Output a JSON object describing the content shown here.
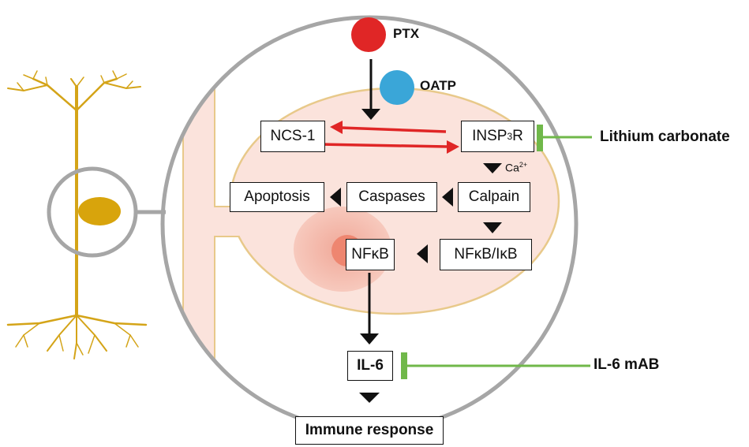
{
  "drugs": {
    "ptx": "PTX",
    "oatp": "OATP",
    "lithium": "Lithium carbonate",
    "il6_mab": "IL-6 mAB"
  },
  "nodes": {
    "ncs1": "NCS-1",
    "insp3r_a": "INSP",
    "insp3r_sub": "3",
    "insp3r_b": "R",
    "apoptosis": "Apoptosis",
    "caspases": "Caspases",
    "calpain": "Calpain",
    "nfkb": "NFκB",
    "nfkb_ikb": "NFκB/IκB",
    "il6": "IL-6",
    "immune": "Immune response"
  },
  "ion": {
    "base": "Ca",
    "charge": "2+"
  },
  "colors": {
    "ptx": "#e02626",
    "oatp": "#3aa6d8",
    "neuron": "#d4a418",
    "nucleus_body": "#d8a40c",
    "cell_fill": "#fbe3dc",
    "cell_border": "#e8c98a",
    "nucleus_glow": "#f3b6a8",
    "nucleus_core": "#ee8670",
    "magnifier": "#a6a6a6",
    "inhibitor": "#70b84a",
    "red_arrow": "#e02626"
  }
}
